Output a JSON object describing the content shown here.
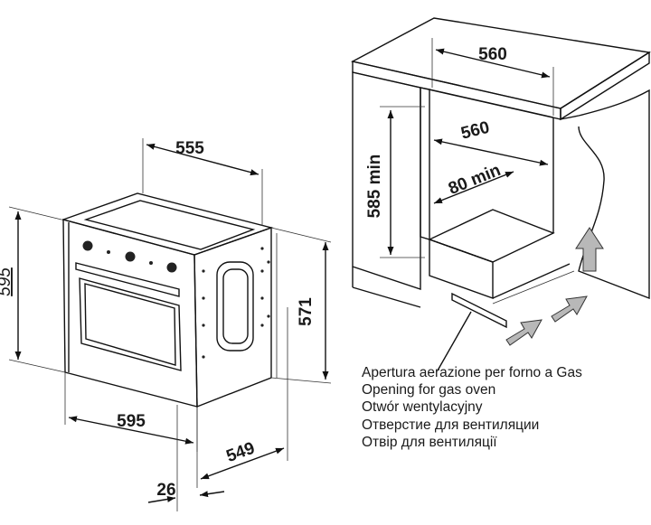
{
  "dimensions": {
    "oven_width_top": "555",
    "oven_height_front": "595",
    "oven_height_side": "571",
    "oven_width_bottom": "595",
    "oven_depth": "549",
    "oven_front_thickness": "26",
    "cabinet_width_outer": "560",
    "cabinet_width_inner": "560",
    "ventilation_gap": "80 min",
    "cabinet_height": "585 min"
  },
  "caption": [
    "Apertura aerazione per forno a Gas",
    "Opening for gas oven",
    "Otwór wentylacyjny",
    "Отверстие для вентиляции",
    "Отвір для вентиляції"
  ],
  "colors": {
    "line": "#111111",
    "arrow_fill": "#b8b8b8",
    "arrow_stroke": "#333333"
  }
}
